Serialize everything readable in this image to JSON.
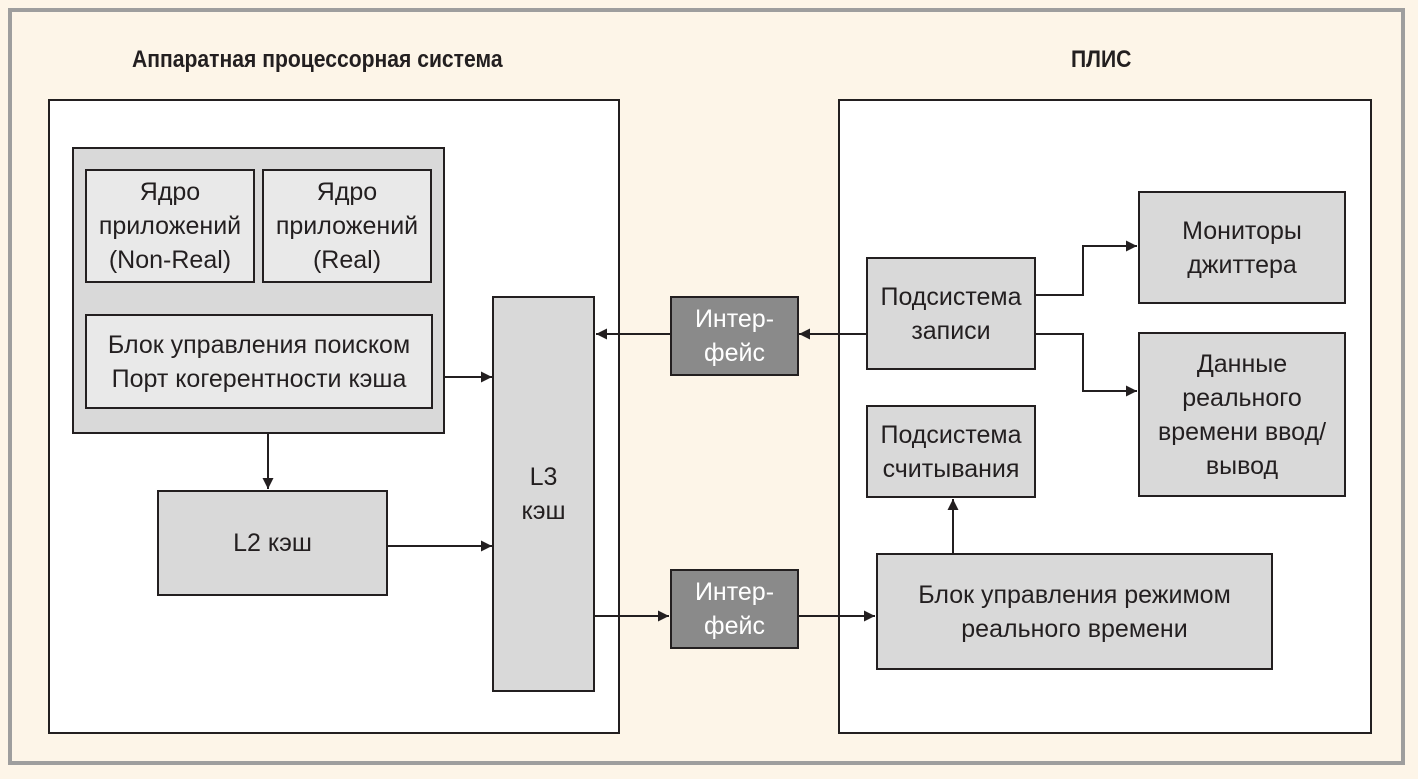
{
  "headings": {
    "left": "Аппаратная процессорная система",
    "right": "ПЛИС"
  },
  "blocks": {
    "core_nonreal": "Ядро\nприложений\n(Non-Real)",
    "core_real": "Ядро\nприложений\n(Real)",
    "snoop_control": "Блок управления поиском\nПорт когерентности кэша",
    "l2_cache": "L2 кэш",
    "l3_cache": "L3\nкэш",
    "interface_top": "Интер-\nфейс",
    "interface_bottom": "Интер-\nфейс",
    "write_subsystem": "Подсистема\nзаписи",
    "jitter_monitors": "Мониторы\nджиттера",
    "realtime_io": "Данные\nреального\nвремени ввод/\nвывод",
    "read_subsystem": "Подсистема\nсчитывания",
    "realtime_control": "Блок управления режимом\nреального времени"
  },
  "colors": {
    "background": "#fdf5e8",
    "frame": "#9e9e9e",
    "block_fill": "#d9d9d9",
    "inner_block_fill": "#e9e9e9",
    "interface_fill": "#8a8a8a",
    "line": "#231f20"
  }
}
